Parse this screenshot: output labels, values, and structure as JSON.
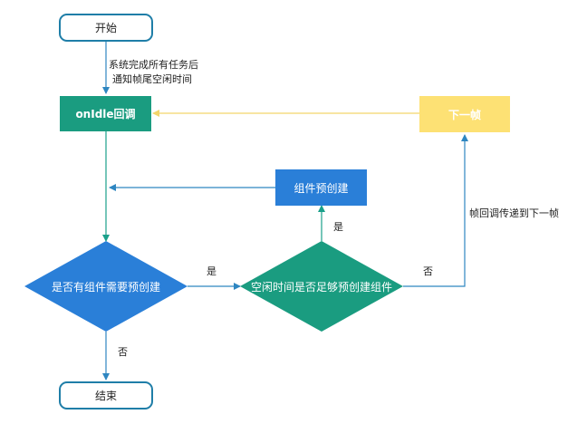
{
  "nodes": {
    "start": "开始",
    "onidle": "onIdle回调",
    "next_frame": "下一帧",
    "precreate": "组件预创建",
    "decision_need": "是否有组件需要预创建",
    "decision_time": "空闲时间是否足够预创建组件",
    "end": "结束"
  },
  "edge_labels": {
    "start_to_onidle_line1": "系统完成所有任务后",
    "start_to_onidle_line2": "通知帧尾空闲时间",
    "need_yes": "是",
    "need_no": "否",
    "time_yes": "是",
    "time_no": "否",
    "frame_pass": "帧回调传递到下一帧"
  },
  "colors": {
    "green": "#1a9c80",
    "blue": "#2a7fd8",
    "yellow": "#fde174",
    "edge_blue": "#2e86c1",
    "edge_green": "#1aa08a",
    "edge_yellow": "#f3d56b",
    "terminal_border": "#1f7ea8"
  }
}
